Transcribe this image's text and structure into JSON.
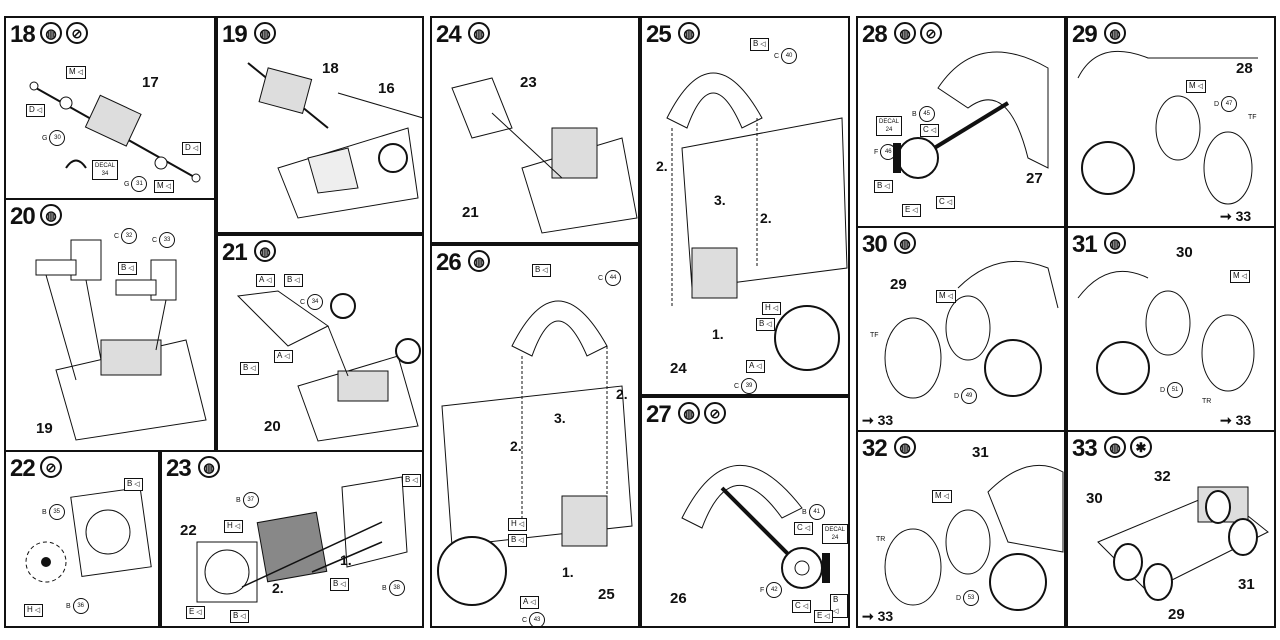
{
  "steps": {
    "s18": {
      "num": "18",
      "labels": {
        "l17": "17",
        "D1": "D",
        "D2": "D",
        "M1": "M",
        "M2": "M",
        "G30": "G",
        "G30n": "30",
        "G31": "G",
        "G31n": "31",
        "decal": "DECAL",
        "decaln": "34"
      }
    },
    "s19": {
      "num": "19",
      "labels": {
        "l18": "18",
        "l16": "16"
      }
    },
    "s20": {
      "num": "20",
      "labels": {
        "C32": "C",
        "C32n": "32",
        "C33": "C",
        "C33n": "33",
        "B": "B",
        "l19": "19"
      }
    },
    "s21": {
      "num": "21",
      "labels": {
        "A1": "A",
        "B1": "B",
        "C34": "C",
        "C34n": "34",
        "A2": "A",
        "B2": "B",
        "l20": "20"
      }
    },
    "s22": {
      "num": "22",
      "labels": {
        "B": "B",
        "B35": "B",
        "B35n": "35",
        "B36": "B",
        "B36n": "36",
        "H": "H"
      }
    },
    "s23": {
      "num": "23",
      "labels": {
        "B1": "B",
        "B37": "B",
        "B37n": "37",
        "H": "H",
        "l22": "22",
        "s1": "1.",
        "s2": "2.",
        "B2": "B",
        "B38": "B",
        "B38n": "38",
        "E": "E",
        "B3": "B"
      }
    },
    "s24": {
      "num": "24",
      "labels": {
        "l23": "23",
        "l21": "21"
      }
    },
    "s25": {
      "num": "25",
      "labels": {
        "B": "B",
        "C40": "C",
        "C40n": "40",
        "s2a": "2.",
        "s3": "3.",
        "s2b": "2.",
        "H": "H",
        "B2": "B",
        "s1": "1.",
        "A": "A",
        "l24": "24",
        "C39": "C",
        "C39n": "39"
      }
    },
    "s26": {
      "num": "26",
      "labels": {
        "B": "B",
        "C44": "C",
        "C44n": "44",
        "s2a": "2.",
        "s3": "3.",
        "s2b": "2.",
        "H": "H",
        "B2": "B",
        "s1": "1.",
        "A": "A",
        "C43": "C",
        "C43n": "43",
        "l25": "25"
      }
    },
    "s27": {
      "num": "27",
      "labels": {
        "B41": "B",
        "B41n": "41",
        "C": "C",
        "decal": "DECAL",
        "decaln": "24",
        "F42": "F",
        "F42n": "42",
        "C2": "C",
        "E": "E",
        "B": "B",
        "l26": "26"
      }
    },
    "s28": {
      "num": "28",
      "labels": {
        "B45": "B",
        "B45n": "45",
        "decal": "DECAL",
        "decaln": "24",
        "C": "C",
        "F46": "F",
        "F46n": "46",
        "B": "B",
        "E": "E",
        "C2": "C",
        "l27": "27"
      }
    },
    "s29": {
      "num": "29",
      "labels": {
        "l28": "28",
        "M": "M",
        "D47": "D",
        "D47n": "47",
        "TF": "TF",
        "next": "33"
      }
    },
    "s30": {
      "num": "30",
      "labels": {
        "l29": "29",
        "M": "M",
        "TF": "TF",
        "D49": "D",
        "D49n": "49",
        "next": "33"
      }
    },
    "s31": {
      "num": "31",
      "labels": {
        "l30": "30",
        "M": "M",
        "D51": "D",
        "D51n": "51",
        "TR": "TR",
        "next": "33"
      }
    },
    "s32": {
      "num": "32",
      "labels": {
        "l31": "31",
        "M": "M",
        "TR": "TR",
        "D53": "D",
        "D53n": "53",
        "next": "33"
      }
    },
    "s33": {
      "num": "33",
      "labels": {
        "l30": "30",
        "l32": "32",
        "l31": "31",
        "l29": "29"
      }
    }
  },
  "icons": {
    "glue": "glue-icon",
    "no_glue": "no-glue-icon",
    "paint": "paint-icon",
    "star": "star-icon"
  }
}
